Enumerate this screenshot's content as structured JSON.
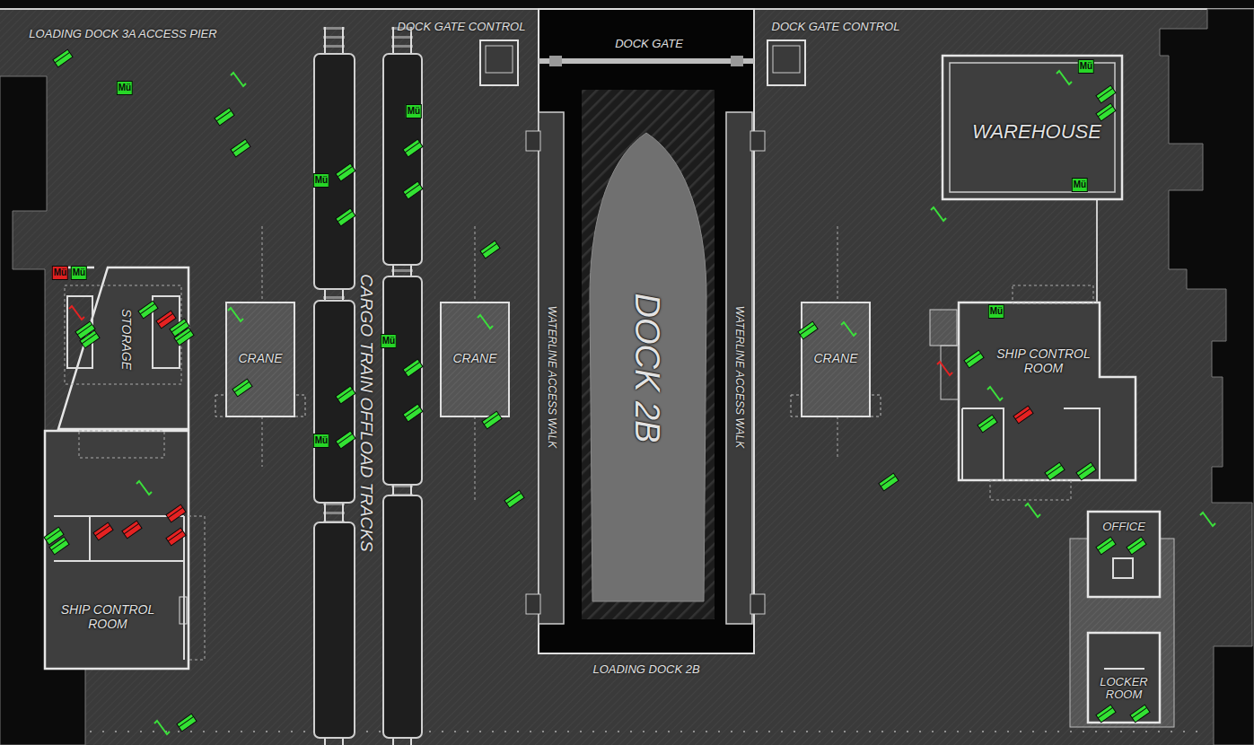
{
  "diagram": {
    "nodes": [
      {
        "text": [
          "WAREHOUSE"
        ]
      },
      {
        "text": [
          "STORAGE"
        ]
      },
      {
        "text": [
          "CRANE"
        ]
      },
      {
        "text": [
          "CRANE"
        ]
      },
      {
        "text": [
          "DOCK 2B"
        ]
      },
      {
        "text": [
          "CRANE"
        ]
      },
      {
        "text": [
          "SHIP CONTROL ROOM"
        ]
      },
      {
        "text": [
          "SHIP CONTROL ROOM"
        ]
      },
      {
        "text": [
          "OFFICE"
        ]
      },
      {
        "text": [
          "LOCKER ROOM"
        ]
      }
    ],
    "labels": [
      "LOADING DOCK 3A ACCESS PIER",
      "DOCK GATE CONTROL",
      "DOCK GATE",
      "DOCK GATE CONTROL",
      "CARGO TRAIN OFFLOAD TRACKS",
      "WATERLINE ACCESS WALK",
      "WATERLINE ACCESS WALK",
      "LOADING DOCK 2B",
      "Mü",
      "Mü",
      "Mü",
      "Mü",
      "Mü",
      "Mü",
      "Mü",
      "Mü",
      "Mü",
      "Mü"
    ]
  }
}
